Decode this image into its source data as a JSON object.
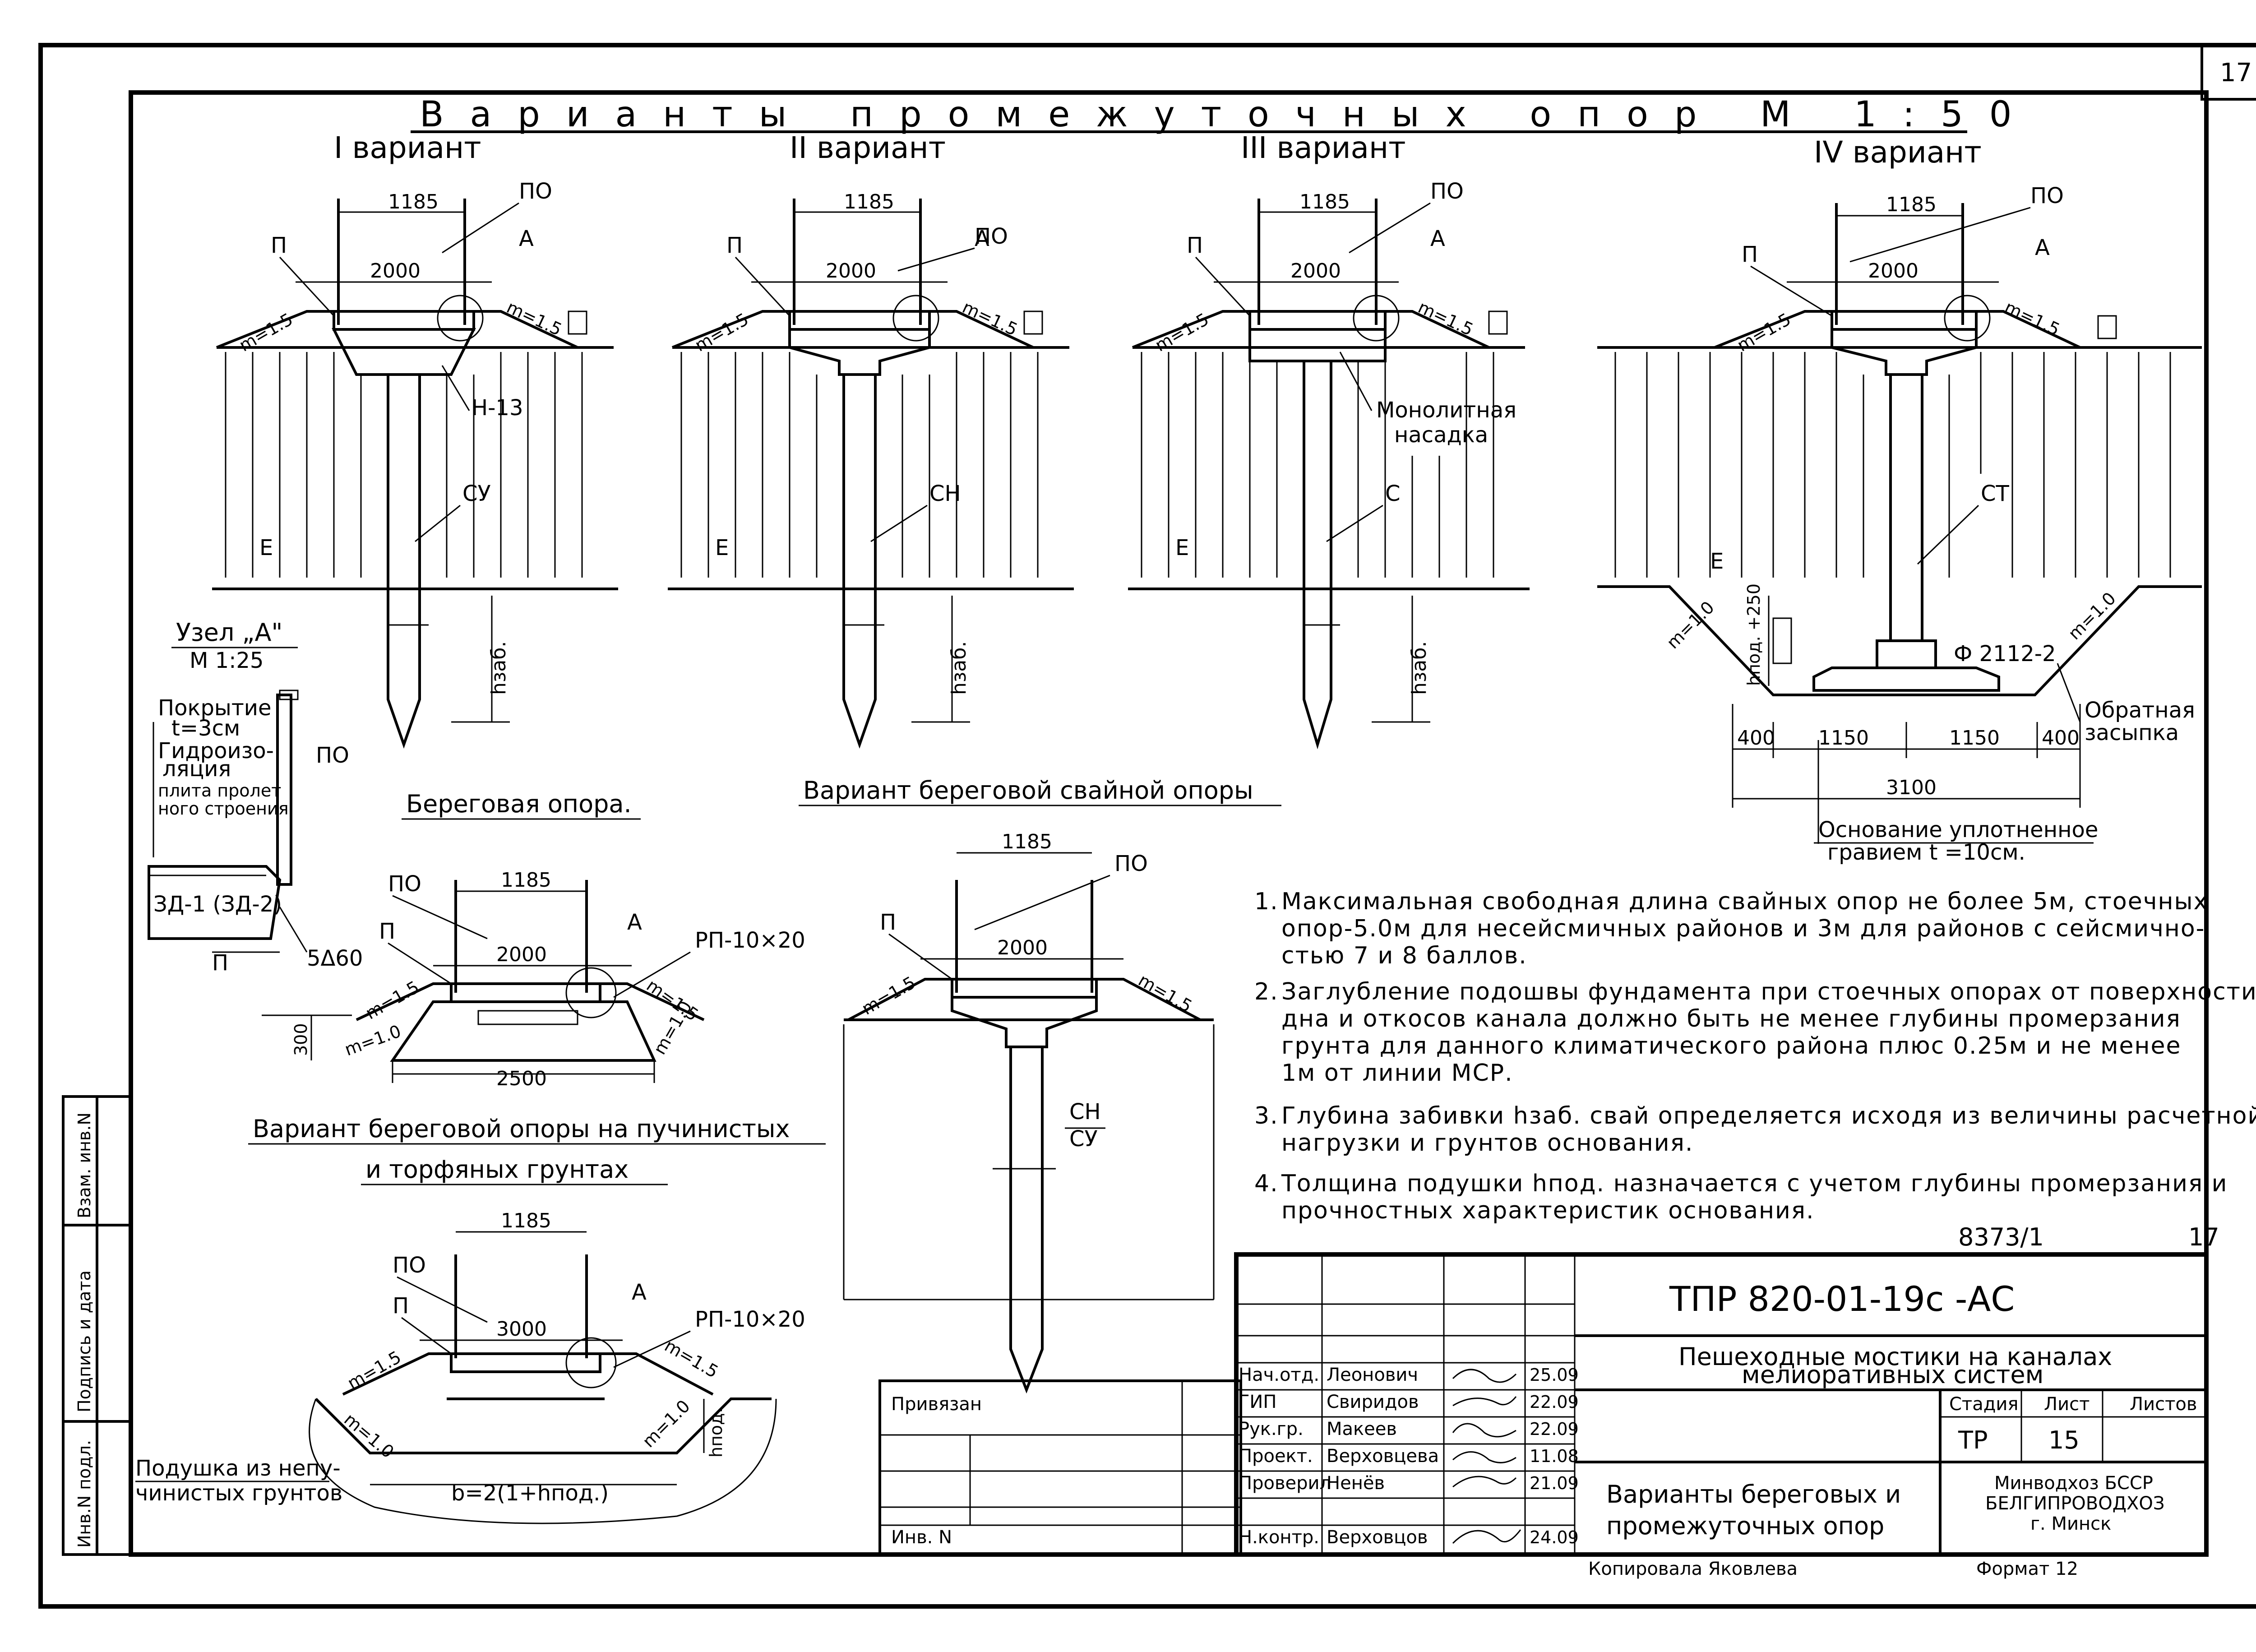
{
  "title": "Варианты промежуточных опор М 1:50",
  "sheet_number": "17",
  "variants": [
    {
      "label": "I вариант",
      "dim_top": "1185",
      "dim_width": "2000",
      "slope_left": "m=1.5",
      "slope_right": "m=1.5",
      "label_po": "ПО",
      "label_p": "П",
      "label_a": "А",
      "label_ground": "Е",
      "pile_label": "СУ",
      "cap_label": "Н-13",
      "depth_label": "hзаб."
    },
    {
      "label": "II вариант",
      "dim_top": "1185",
      "dim_width": "2000",
      "slope_left": "m=1.5",
      "slope_right": "m=1.5",
      "label_po": "ПО",
      "label_p": "П",
      "label_a": "А",
      "label_ground": "Е",
      "pile_label": "СН",
      "depth_label": "hзаб."
    },
    {
      "label": "III вариант",
      "dim_top": "1185",
      "dim_width": "2000",
      "slope_left": "m=1.5",
      "slope_right": "m=1.5",
      "label_po": "ПО",
      "label_p": "П",
      "label_a": "А",
      "label_ground": "Е",
      "pile_label": "С",
      "cap_label_1": "Монолитная",
      "cap_label_2": "насадка",
      "depth_label": "hзаб."
    },
    {
      "label": "IV вариант",
      "dim_top": "1185",
      "dim_width": "2000",
      "slope_left": "m=1.5",
      "slope_right": "m=1.5",
      "label_po": "ПО",
      "label_p": "П",
      "label_a": "А",
      "label_ground": "Е",
      "pile_label": "СТ",
      "foundation_label": "Ф 2112-2",
      "pad_label": "hпод. +250",
      "slope_bottom_left": "m=1.0",
      "slope_bottom_right": "m=1.0",
      "backfill_1": "Обратная",
      "backfill_2": "засыпка",
      "dims_bottom": [
        "400",
        "1150",
        "1150",
        "400"
      ],
      "dim_total": "3100",
      "base_1": "Основание уплотненное",
      "base_2": "гравием t =10см."
    }
  ],
  "node": {
    "title": "Узел „А\"",
    "scale": "М 1:25",
    "lines": [
      "Покрытие",
      "t=3см",
      "Гидроизо-",
      "ляция",
      "плита пролет",
      "ного строения"
    ],
    "label_po": "ПО",
    "label_p": "П",
    "label_zd": "ЗД-1 (ЗД-2)",
    "label_angle": "5Δ60"
  },
  "shore": {
    "title": "Береговая опора.",
    "dim_top": "1185",
    "dim_width": "2000",
    "dim_base": "2500",
    "dim_height": "300",
    "label_po": "ПО",
    "label_p": "П",
    "label_a": "А",
    "slab": "РП-10×20",
    "slope_left": "m=1.5",
    "slope_right": "m=1.5",
    "slope_bottom_left": "m=1.0",
    "slope_bottom_right": "m=1.0"
  },
  "shore_pile": {
    "title": "Вариант береговой свайной опоры",
    "dim_top": "1185",
    "dim_width": "2000",
    "label_po": "ПО",
    "label_p": "П",
    "slope_left": "m=1.5",
    "slope_right": "m=1.5",
    "pile_1": "СН",
    "pile_2": "СУ"
  },
  "shore_heave": {
    "title_1": "Вариант береговой опоры на пучинистых",
    "title_2": "и торфяных грунтах",
    "dim_top": "1185",
    "dim_width": "3000",
    "label_po": "ПО",
    "label_p": "П",
    "label_a": "А",
    "slab": "РП-10×20",
    "slope_left": "m=1.5",
    "slope_right": "m=1.5",
    "slope_bottom_left": "m=1.0",
    "slope_bottom_right": "m=1.0",
    "pad_height": "hпод.",
    "pad_width": "b=2(1+hпод.)",
    "pad_label_1": "Подушка из непу-",
    "pad_label_2": "чинистых грунтов"
  },
  "notes": [
    {
      "num": "1.",
      "lines": [
        "Максимальная свободная длина свайных опор не более 5м, стоечных",
        "опор-5.0м для несейсмичных районов и 3м для районов с сейсмично-",
        "стью 7 и 8 баллов."
      ]
    },
    {
      "num": "2.",
      "lines": [
        "Заглубление подошвы фундамента при стоечных опорах от поверхности",
        "дна и откосов канала должно быть не менее глубины промерзания",
        "грунта для данного климатического района плюс 0.25м и не менее",
        "1м от линии МСР."
      ]
    },
    {
      "num": "3.",
      "lines": [
        "Глубина забивки hзаб. свай определяется исходя из величины расчетной",
        "нагрузки и грунтов основания."
      ]
    },
    {
      "num": "4.",
      "lines": [
        "Толщина подушки hпод. назначается с учетом глубины промерзания и",
        "прочностных характеристик основания."
      ]
    }
  ],
  "inventory_note": "8373/1",
  "page_note": "17",
  "title_block": {
    "code": "ТПР 820-01-19с -АС",
    "project_1": "Пешеходные мостики на каналах",
    "project_2": "мелиоративных систем",
    "headers": [
      "Стадия",
      "Лист",
      "Листов"
    ],
    "stage": "ТР",
    "sheet": "15",
    "sheets_total": "",
    "drawing_title_1": "Варианты береговых и",
    "drawing_title_2": "промежуточных опор",
    "org_1": "Минводхоз БССР",
    "org_2": "БЕЛГИПРОВОДХОЗ",
    "org_3": "г. Минск",
    "staff": [
      {
        "role": "Нач.отд.",
        "name": "Леонович",
        "date": "25.09"
      },
      {
        "role": "ГИП",
        "name": "Свиридов",
        "date": "22.09"
      },
      {
        "role": "Рук.гр.",
        "name": "Макеев",
        "date": "22.09"
      },
      {
        "role": "Проект.",
        "name": "Верховцева",
        "date": "11.08"
      },
      {
        "role": "Проверил",
        "name": "Ненёв",
        "date": "21.09"
      },
      {
        "role": "Н.контр.",
        "name": "Верховцов",
        "date": "24.09"
      }
    ],
    "copied_by": "Копировала Яковлева",
    "format": "Формат 12"
  },
  "bind_block": {
    "label": "Привязан",
    "inv": "Инв. N"
  },
  "side_stamp": [
    "Инв.N подл.",
    "Подпись и дата",
    "Взам. инв.N"
  ]
}
